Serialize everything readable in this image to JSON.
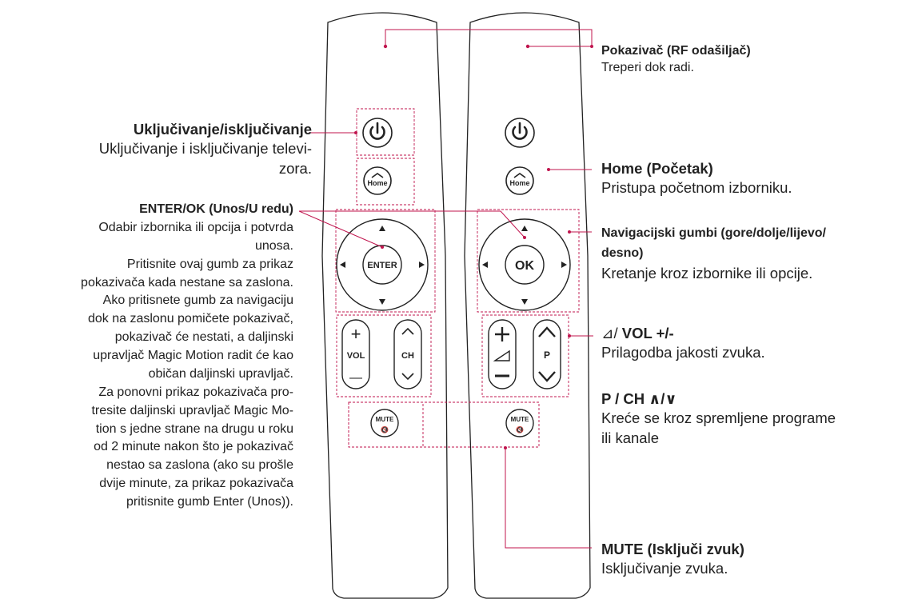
{
  "colors": {
    "leader": "#c0154e",
    "outline": "#222222",
    "background": "#ffffff"
  },
  "remotes": [
    {
      "power_icon": "power-icon",
      "home_label": "Home",
      "center_label": "ENTER",
      "vol_label": "VOL",
      "vol_plus": "+",
      "vol_minus": "—",
      "ch_label": "CH",
      "mute_label": "MUTE",
      "mute_icon": "🔇"
    },
    {
      "power_icon": "power-icon",
      "home_label": "Home",
      "center_label": "OK",
      "vol_label": "",
      "vol_plus": "+",
      "vol_minus": "—",
      "ch_label": "P",
      "mute_label": "MUTE",
      "mute_icon": "🔇"
    }
  ],
  "callouts": {
    "indicator": {
      "title": "Pokazivač (RF odašiljač)",
      "desc": "Treperi dok radi."
    },
    "power": {
      "title": "Uključivanje/isključivanje",
      "desc_lines": [
        "Uključivanje i isključivanje televi-",
        "zora."
      ]
    },
    "home": {
      "title": "Home (Početak)",
      "desc": "Pristupa početnom izborniku."
    },
    "enter": {
      "title": "ENTER/OK (Unos/U redu)",
      "desc_lines": [
        "Odabir izbornika ili opcija i potvrda",
        "unosa.",
        "Pritisnite ovaj gumb za prikaz",
        "pokazivača kada nestane sa zaslona.",
        "Ako pritisnete gumb za navigaciju",
        "dok na zaslonu pomičete pokazivač,",
        "pokazivač će nestati, a daljinski",
        "upravljač Magic Motion radit će kao",
        "običan daljinski upravljač.",
        "Za ponovni prikaz pokazivača pro-",
        "tresite daljinski upravljač Magic Mo-",
        "tion s jedne strane na drugu u roku",
        "od 2 minute nakon što je pokazivač",
        "nestao sa zaslona (ako su prošle",
        "dvije minute, za prikaz pokazivača",
        "pritisnite gumb Enter (Unos))."
      ]
    },
    "navigation": {
      "title_lines": [
        "Navigacijski gumbi (gore/dolje/lijevo/",
        "desno)"
      ],
      "desc": "Kretanje kroz izbornike ili opcije."
    },
    "volume": {
      "title_prefix": "⊿/ ",
      "title": "VOL +/-",
      "desc": "Prilagodba jakosti zvuka."
    },
    "channel": {
      "title": "P / CH ∧/∨",
      "desc_lines": [
        "Kreće se kroz spremljene programe",
        "ili kanale"
      ]
    },
    "mute": {
      "title": "MUTE (Isključi zvuk)",
      "desc": "Isključivanje zvuka."
    }
  }
}
